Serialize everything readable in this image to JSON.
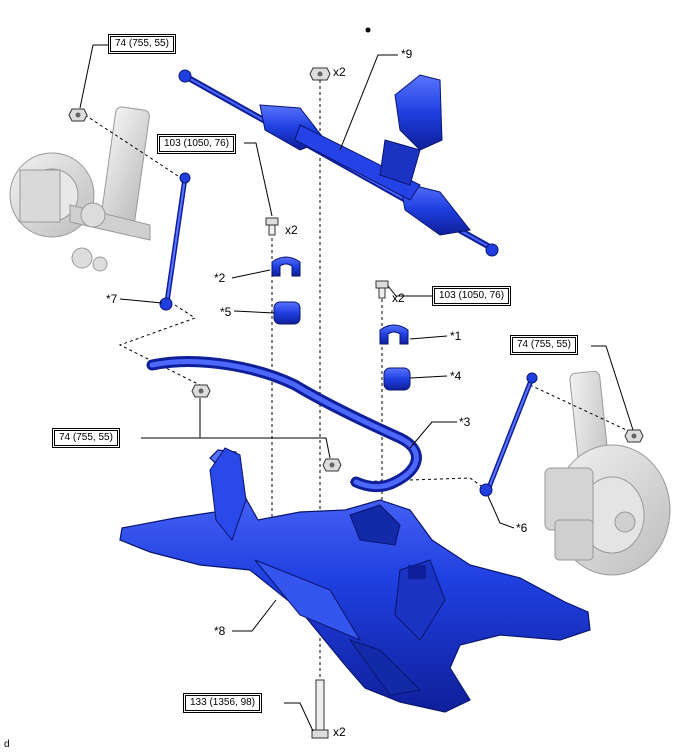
{
  "torque_specs": {
    "t_74_upper_left": "74 (755, 55)",
    "t_103_left": "103 (1050, 76)",
    "t_103_right": "103 (1050, 76)",
    "t_74_right": "74 (755, 55)",
    "t_74_mid_left": "74 (755, 55)",
    "t_133_bottom": "133 (1356, 98)"
  },
  "multipliers": {
    "top_nut": "x2",
    "left_bolt": "x2",
    "right_bolt": "x2",
    "bottom_bolt": "x2"
  },
  "callouts": {
    "c1": "*1",
    "c2": "*2",
    "c3": "*3",
    "c4": "*4",
    "c5": "*5",
    "c6": "*6",
    "c7": "*7",
    "c8": "*8",
    "c9": "*9"
  },
  "corner_mark": "d",
  "colors": {
    "part_blue": "#1f3fe0",
    "part_blue_dark": "#0f1f9a",
    "part_blue_light": "#6d86ff",
    "ghost_gray": "#c8c8c8"
  }
}
